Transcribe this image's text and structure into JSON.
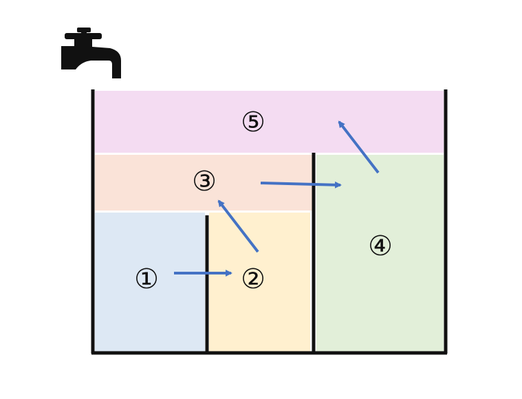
{
  "colors": {
    "region_1": "#dde8f4",
    "region_2": "#fff0cf",
    "region_3": "#fae3d8",
    "region_4": "#e2efd9",
    "region_5": "#f4dcf2",
    "walls": "#111111",
    "arrows": "#4472c4",
    "faucet": "#111111"
  },
  "icons": {
    "faucet": "faucet-icon"
  },
  "regions": [
    {
      "id": "1",
      "label": "①"
    },
    {
      "id": "2",
      "label": "②"
    },
    {
      "id": "3",
      "label": "③"
    },
    {
      "id": "4",
      "label": "④"
    },
    {
      "id": "5",
      "label": "⑤"
    }
  ],
  "flows": [
    {
      "from": "1",
      "to": "2"
    },
    {
      "from": "2",
      "to": "3"
    },
    {
      "from": "3",
      "to": "4"
    },
    {
      "from": "4",
      "to": "5"
    }
  ]
}
